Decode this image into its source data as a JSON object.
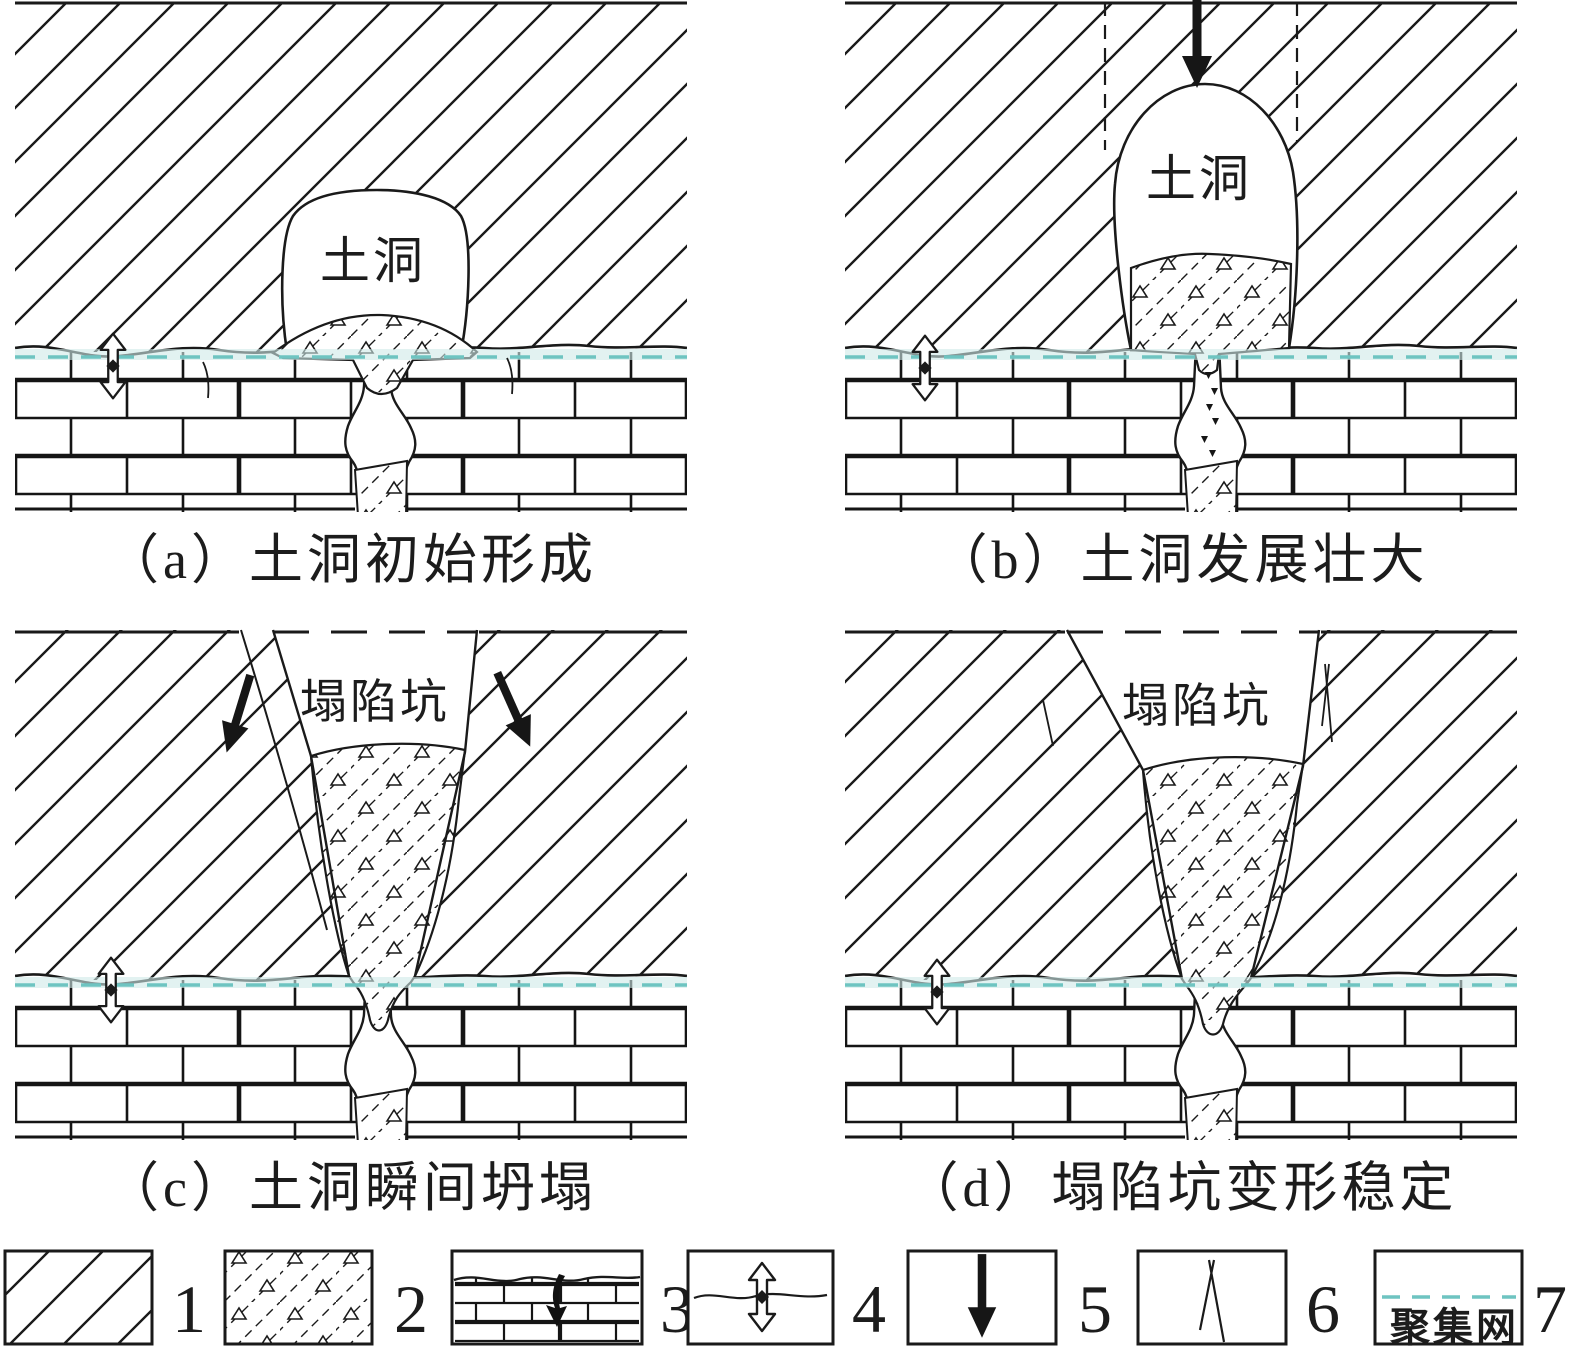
{
  "figure": {
    "type": "process-diagram",
    "topic": "soil cave / karst collapse evolution stages"
  },
  "panels": [
    {
      "key": "a",
      "caption": "（a）土洞初始形成",
      "feature_label": "土洞"
    },
    {
      "key": "b",
      "caption": "（b）土洞发展壮大",
      "feature_label": "土洞"
    },
    {
      "key": "c",
      "caption": "（c）土洞瞬间坍塌",
      "feature_label": "塌陷坑"
    },
    {
      "key": "d",
      "caption": "（d）塌陷坑变形稳定",
      "feature_label": "塌陷坑"
    }
  ],
  "legend": {
    "items": [
      {
        "number": "1",
        "symbol": "soil-hatch"
      },
      {
        "number": "2",
        "symbol": "collapse-debris-fill"
      },
      {
        "number": "3",
        "symbol": "limestone-karst-conduit"
      },
      {
        "number": "4",
        "symbol": "water-level-fluctuation"
      },
      {
        "number": "5",
        "symbol": "load-arrow"
      },
      {
        "number": "6",
        "symbol": "crack"
      },
      {
        "number": "7",
        "symbol": "groundwater-table"
      }
    ]
  },
  "watermark": {
    "text": "聚集网"
  },
  "colors": {
    "ink": "#1a1a1a",
    "water_line": "#6ec4c1",
    "water_glow": "#cfe9e8",
    "watermark": "#2fc7a9"
  }
}
